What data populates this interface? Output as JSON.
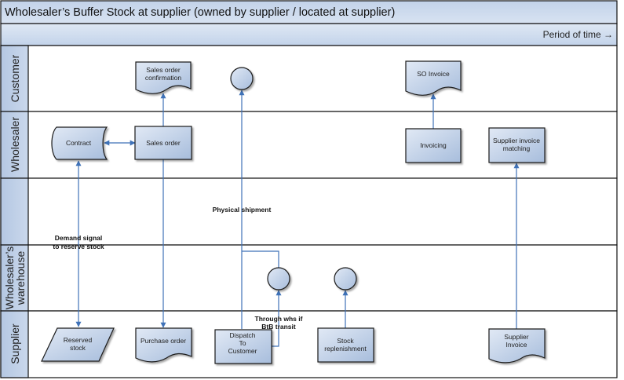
{
  "title": "Wholesaler’s Buffer Stock at supplier (owned by supplier / located at supplier)",
  "time_axis": "Period of time →",
  "colors": {
    "header_fill_top": "#c2d2e9",
    "header_fill_bottom": "#d8e3f2",
    "lane_label_fill": "#b9cbe4",
    "node_fill_light": "#dce6f3",
    "node_fill_dark": "#a9bfdd",
    "connector": "#3f72b8",
    "border": "#111111"
  },
  "lanes": [
    {
      "id": "customer",
      "label": "Customer"
    },
    {
      "id": "wholesaler",
      "label": "Wholesaler"
    },
    {
      "id": "blank",
      "label": ""
    },
    {
      "id": "warehouse",
      "label_line1": "Wholesaler’s",
      "label_line2": "warehouse"
    },
    {
      "id": "supplier",
      "label": "Supplier"
    }
  ],
  "nodes": {
    "sales_order_confirmation": {
      "line1": "Sales order",
      "line2": "confirmation",
      "shape": "document",
      "lane": "customer"
    },
    "customer_event": {
      "shape": "circle",
      "lane": "customer"
    },
    "so_invoice": {
      "line1": "SO Invoice",
      "shape": "document",
      "lane": "customer"
    },
    "contract": {
      "line1": "Contract",
      "shape": "stored-data",
      "lane": "wholesaler"
    },
    "sales_order": {
      "line1": "Sales order",
      "shape": "process",
      "lane": "wholesaler"
    },
    "invoicing": {
      "line1": "Invoicing",
      "shape": "process",
      "lane": "wholesaler"
    },
    "supplier_invoice_matching": {
      "line1": "Supplier invoice",
      "line2": "matching",
      "shape": "process",
      "lane": "wholesaler"
    },
    "warehouse_event_1": {
      "shape": "circle",
      "lane": "warehouse"
    },
    "warehouse_event_2": {
      "shape": "circle",
      "lane": "warehouse"
    },
    "reserved_stock": {
      "line1": "Reserved",
      "line2": "stock",
      "shape": "data",
      "lane": "supplier"
    },
    "purchase_order": {
      "line1": "Purchase order",
      "shape": "document",
      "lane": "supplier"
    },
    "dispatch_to_customer": {
      "line1": "Dispatch",
      "line2": "To",
      "line3": "Customer",
      "shape": "process",
      "lane": "supplier"
    },
    "stock_replenishment": {
      "line1": "Stock",
      "line2": "replenishment",
      "shape": "process",
      "lane": "supplier"
    },
    "supplier_invoice": {
      "line1": "Supplier",
      "line2": "Invoice",
      "shape": "document",
      "lane": "supplier"
    }
  },
  "labels": {
    "physical_shipment": "Physical shipment",
    "demand_signal_line1": "Demand signal",
    "demand_signal_line2": "to reserve stock",
    "through_whs_line1": "Through whs if",
    "through_whs_line2": "BtB transit"
  }
}
